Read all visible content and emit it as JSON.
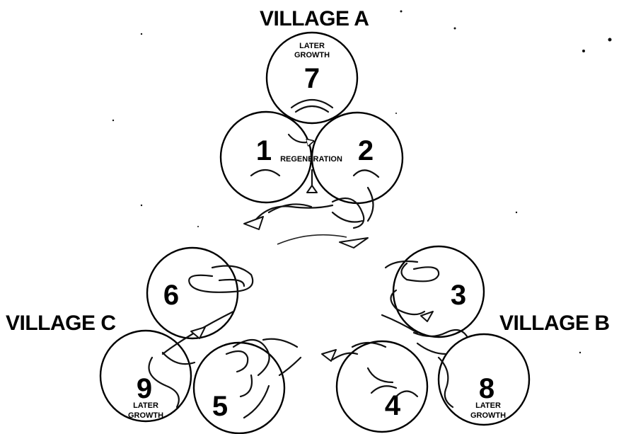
{
  "villages": {
    "a": "VILLAGE A",
    "b": "VILLAGE B",
    "c": "VILLAGE C"
  },
  "fields": {
    "f1": "1",
    "f2": "2",
    "f3": "3",
    "f4": "4",
    "f5": "5",
    "f6": "6",
    "f7": "7",
    "f8": "8",
    "f9": "9"
  },
  "annotations": {
    "regeneration": "REGENERATION",
    "later_growth_line1": "LATER",
    "later_growth_line2": "GROWTH"
  }
}
